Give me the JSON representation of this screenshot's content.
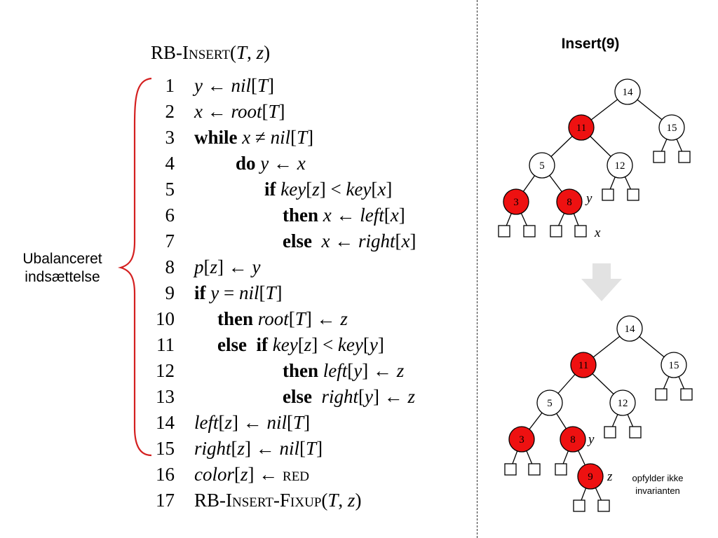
{
  "algorithm": {
    "title_main": "RB-",
    "title_sc": "Insert",
    "title_args": "(T, z)",
    "lines": [
      {
        "n": "1",
        "segs": [
          {
            "t": "y",
            "c": "v"
          },
          {
            "t": " ← ",
            "c": ""
          },
          {
            "t": "nil",
            "c": "v"
          },
          {
            "t": "[",
            "c": ""
          },
          {
            "t": "T",
            "c": "v"
          },
          {
            "t": "]",
            "c": ""
          }
        ]
      },
      {
        "n": "2",
        "segs": [
          {
            "t": "x",
            "c": "v"
          },
          {
            "t": " ← ",
            "c": ""
          },
          {
            "t": "root",
            "c": "v"
          },
          {
            "t": "[",
            "c": ""
          },
          {
            "t": "T",
            "c": "v"
          },
          {
            "t": "]",
            "c": ""
          }
        ]
      },
      {
        "n": "3",
        "segs": [
          {
            "t": "while ",
            "c": "kw"
          },
          {
            "t": "x",
            "c": "v"
          },
          {
            "t": " ≠ ",
            "c": ""
          },
          {
            "t": "nil",
            "c": "v"
          },
          {
            "t": "[",
            "c": ""
          },
          {
            "t": "T",
            "c": "v"
          },
          {
            "t": "]",
            "c": ""
          }
        ]
      },
      {
        "n": "4",
        "segs": [
          {
            "t": "do ",
            "c": "kw"
          },
          {
            "t": "y",
            "c": "v"
          },
          {
            "t": " ← ",
            "c": ""
          },
          {
            "t": "x",
            "c": "v"
          }
        ]
      },
      {
        "n": "5",
        "segs": [
          {
            "t": "if ",
            "c": "kw"
          },
          {
            "t": "key",
            "c": "v"
          },
          {
            "t": "[",
            "c": ""
          },
          {
            "t": "z",
            "c": "v"
          },
          {
            "t": "] < ",
            "c": ""
          },
          {
            "t": "key",
            "c": "v"
          },
          {
            "t": "[",
            "c": ""
          },
          {
            "t": "x",
            "c": "v"
          },
          {
            "t": "]",
            "c": ""
          }
        ]
      },
      {
        "n": "6",
        "segs": [
          {
            "t": "then ",
            "c": "kw"
          },
          {
            "t": "x",
            "c": "v"
          },
          {
            "t": " ← ",
            "c": ""
          },
          {
            "t": "left",
            "c": "v"
          },
          {
            "t": "[",
            "c": ""
          },
          {
            "t": "x",
            "c": "v"
          },
          {
            "t": "]",
            "c": ""
          }
        ]
      },
      {
        "n": "7",
        "segs": [
          {
            "t": "else  ",
            "c": "kw"
          },
          {
            "t": "x",
            "c": "v"
          },
          {
            "t": " ← ",
            "c": ""
          },
          {
            "t": "right",
            "c": "v"
          },
          {
            "t": "[",
            "c": ""
          },
          {
            "t": "x",
            "c": "v"
          },
          {
            "t": "]",
            "c": ""
          }
        ]
      },
      {
        "n": "8",
        "segs": [
          {
            "t": "p",
            "c": "v"
          },
          {
            "t": "[",
            "c": ""
          },
          {
            "t": "z",
            "c": "v"
          },
          {
            "t": "] ← ",
            "c": ""
          },
          {
            "t": "y",
            "c": "v"
          }
        ]
      },
      {
        "n": "9",
        "segs": [
          {
            "t": "if ",
            "c": "kw"
          },
          {
            "t": "y",
            "c": "v"
          },
          {
            "t": " = ",
            "c": ""
          },
          {
            "t": "nil",
            "c": "v"
          },
          {
            "t": "[",
            "c": ""
          },
          {
            "t": "T",
            "c": "v"
          },
          {
            "t": "]",
            "c": ""
          }
        ]
      },
      {
        "n": "10",
        "segs": [
          {
            "t": "then ",
            "c": "kw"
          },
          {
            "t": "root",
            "c": "v"
          },
          {
            "t": "[",
            "c": ""
          },
          {
            "t": "T",
            "c": "v"
          },
          {
            "t": "] ← ",
            "c": ""
          },
          {
            "t": "z",
            "c": "v"
          }
        ]
      },
      {
        "n": "11",
        "segs": [
          {
            "t": "else  if ",
            "c": "kw"
          },
          {
            "t": "key",
            "c": "v"
          },
          {
            "t": "[",
            "c": ""
          },
          {
            "t": "z",
            "c": "v"
          },
          {
            "t": "] < ",
            "c": ""
          },
          {
            "t": "key",
            "c": "v"
          },
          {
            "t": "[",
            "c": ""
          },
          {
            "t": "y",
            "c": "v"
          },
          {
            "t": "]",
            "c": ""
          }
        ]
      },
      {
        "n": "12",
        "segs": [
          {
            "t": "then ",
            "c": "kw"
          },
          {
            "t": "left",
            "c": "v"
          },
          {
            "t": "[",
            "c": ""
          },
          {
            "t": "y",
            "c": "v"
          },
          {
            "t": "] ← ",
            "c": ""
          },
          {
            "t": "z",
            "c": "v"
          }
        ]
      },
      {
        "n": "13",
        "segs": [
          {
            "t": "else  ",
            "c": "kw"
          },
          {
            "t": "right",
            "c": "v"
          },
          {
            "t": "[",
            "c": ""
          },
          {
            "t": "y",
            "c": "v"
          },
          {
            "t": "] ← ",
            "c": ""
          },
          {
            "t": "z",
            "c": "v"
          }
        ]
      },
      {
        "n": "14",
        "segs": [
          {
            "t": "left",
            "c": "v"
          },
          {
            "t": "[",
            "c": ""
          },
          {
            "t": "z",
            "c": "v"
          },
          {
            "t": "] ← ",
            "c": ""
          },
          {
            "t": "nil",
            "c": "v"
          },
          {
            "t": "[",
            "c": ""
          },
          {
            "t": "T",
            "c": "v"
          },
          {
            "t": "]",
            "c": ""
          }
        ]
      },
      {
        "n": "15",
        "segs": [
          {
            "t": "right",
            "c": "v"
          },
          {
            "t": "[",
            "c": ""
          },
          {
            "t": "z",
            "c": "v"
          },
          {
            "t": "] ← ",
            "c": ""
          },
          {
            "t": "nil",
            "c": "v"
          },
          {
            "t": "[",
            "c": ""
          },
          {
            "t": "T",
            "c": "v"
          },
          {
            "t": "]",
            "c": ""
          }
        ]
      },
      {
        "n": "16",
        "segs": [
          {
            "t": "color",
            "c": "v"
          },
          {
            "t": "[",
            "c": ""
          },
          {
            "t": "z",
            "c": "v"
          },
          {
            "t": "] ← ",
            "c": ""
          },
          {
            "t": "red",
            "c": "sc"
          }
        ]
      },
      {
        "n": "17",
        "segs": [
          {
            "t": "RB-",
            "c": ""
          },
          {
            "t": "Insert-Fixup",
            "c": "sc"
          },
          {
            "t": "(",
            "c": ""
          },
          {
            "t": "T",
            "c": "v"
          },
          {
            "t": ", ",
            "c": ""
          },
          {
            "t": "z",
            "c": "v"
          },
          {
            "t": ")",
            "c": ""
          }
        ]
      }
    ]
  },
  "brace_label_line1": "Ubalanceret",
  "brace_label_line2": "indsættelse",
  "insert_title": "Insert(9)",
  "tree_before": {
    "nodes": [
      {
        "id": "14",
        "label": "14",
        "color": "black"
      },
      {
        "id": "11",
        "label": "11",
        "color": "red"
      },
      {
        "id": "15",
        "label": "15",
        "color": "black"
      },
      {
        "id": "5",
        "label": "5",
        "color": "black"
      },
      {
        "id": "12",
        "label": "12",
        "color": "black"
      },
      {
        "id": "3",
        "label": "3",
        "color": "red"
      },
      {
        "id": "8",
        "label": "8",
        "color": "red"
      }
    ],
    "annotations": {
      "y": "y",
      "x": "x"
    }
  },
  "tree_after": {
    "nodes": [
      {
        "id": "14",
        "label": "14",
        "color": "black"
      },
      {
        "id": "11",
        "label": "11",
        "color": "red"
      },
      {
        "id": "15",
        "label": "15",
        "color": "black"
      },
      {
        "id": "5",
        "label": "5",
        "color": "black"
      },
      {
        "id": "12",
        "label": "12",
        "color": "black"
      },
      {
        "id": "3",
        "label": "3",
        "color": "red"
      },
      {
        "id": "8",
        "label": "8",
        "color": "red"
      },
      {
        "id": "9",
        "label": "9",
        "color": "red"
      }
    ],
    "annotations": {
      "y": "y",
      "z": "z"
    }
  },
  "note_line1": "opfylder ikke",
  "note_line2": "invarianten",
  "colors": {
    "red_node": "#ee1111",
    "arrow": "#e2e2e2",
    "brace": "#d42020"
  }
}
